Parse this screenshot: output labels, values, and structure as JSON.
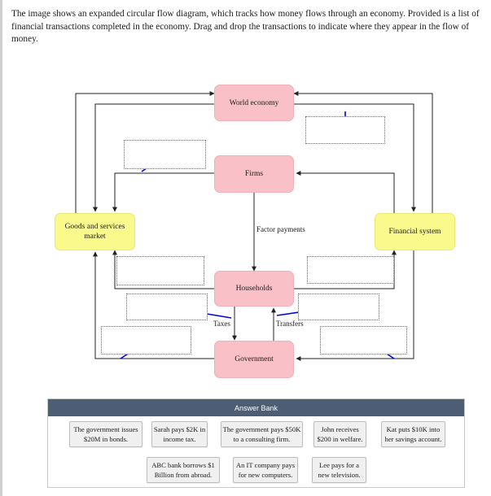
{
  "question": {
    "text": "The image shows an expanded circular flow diagram, which tracks how money flows through an economy. Provided is a list of financial transactions completed in the economy. Drag and drop the transactions to indicate where they appear in the flow of money."
  },
  "diagram": {
    "world_economy": "World economy",
    "firms": "Firms",
    "goods_market": "Goods and services market",
    "financial_system": "Financial system",
    "households": "Households",
    "government": "Government",
    "factor_payments_label": "Factor payments",
    "taxes_label": "Taxes",
    "transfers_label": "Transfers"
  },
  "colors": {
    "sector_fill": "#f9c1c7",
    "market_fill": "#fafa8c",
    "connector_line": "#0000dd",
    "header_bg": "#4d5d73"
  },
  "answer_bank": {
    "title": "Answer Bank",
    "items": [
      "The government issues $20M in bonds.",
      "Sarah pays $2K in income tax.",
      "The government pays $50K to a consulting firm.",
      "John receives $200 in welfare.",
      "Kat puts $10K into her savings account.",
      "ABC bank borrows $1 Billion from abroad.",
      "An IT company pays for new computers.",
      "Lee pays for a new television."
    ]
  }
}
